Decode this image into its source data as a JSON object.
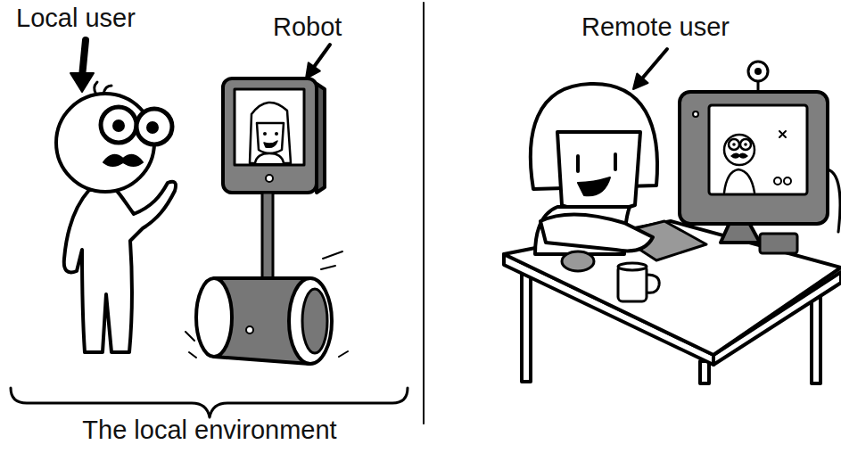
{
  "diagram": {
    "labels": [
      "Local user",
      "Robot",
      "Remote user",
      "The local environment"
    ]
  }
}
